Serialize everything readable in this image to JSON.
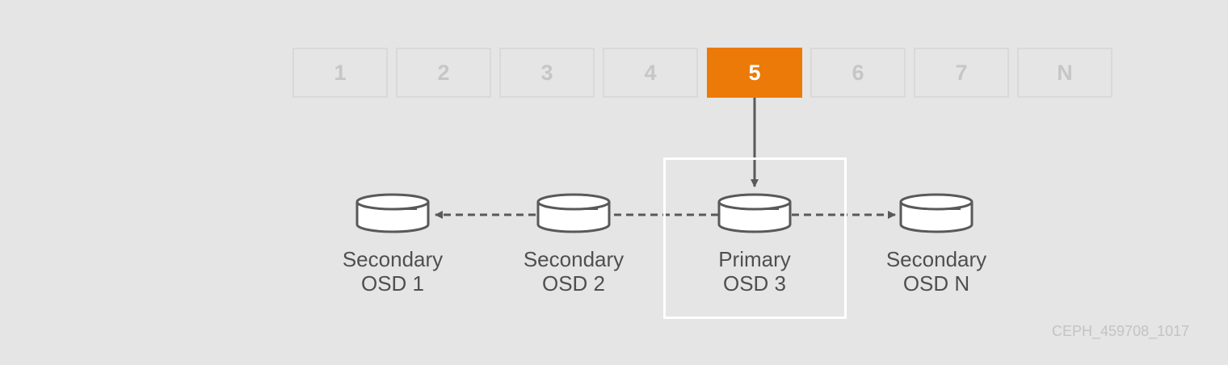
{
  "placement_groups": [
    {
      "label": "1",
      "active": false
    },
    {
      "label": "2",
      "active": false
    },
    {
      "label": "3",
      "active": false
    },
    {
      "label": "4",
      "active": false
    },
    {
      "label": "5",
      "active": true
    },
    {
      "label": "6",
      "active": false
    },
    {
      "label": "7",
      "active": false
    },
    {
      "label": "N",
      "active": false
    }
  ],
  "osds": [
    {
      "role": "Secondary",
      "name": "OSD 1"
    },
    {
      "role": "Secondary",
      "name": "OSD 2"
    },
    {
      "role": "Primary",
      "name": "OSD 3"
    },
    {
      "role": "Secondary",
      "name": "OSD N"
    }
  ],
  "figure_code": "CEPH_459708_1017",
  "colors": {
    "accent": "#ec7a08",
    "background": "#e5e5e5",
    "inactive_cell": "#c6c6c6",
    "stroke": "#595959",
    "text": "#4f4f4f"
  }
}
